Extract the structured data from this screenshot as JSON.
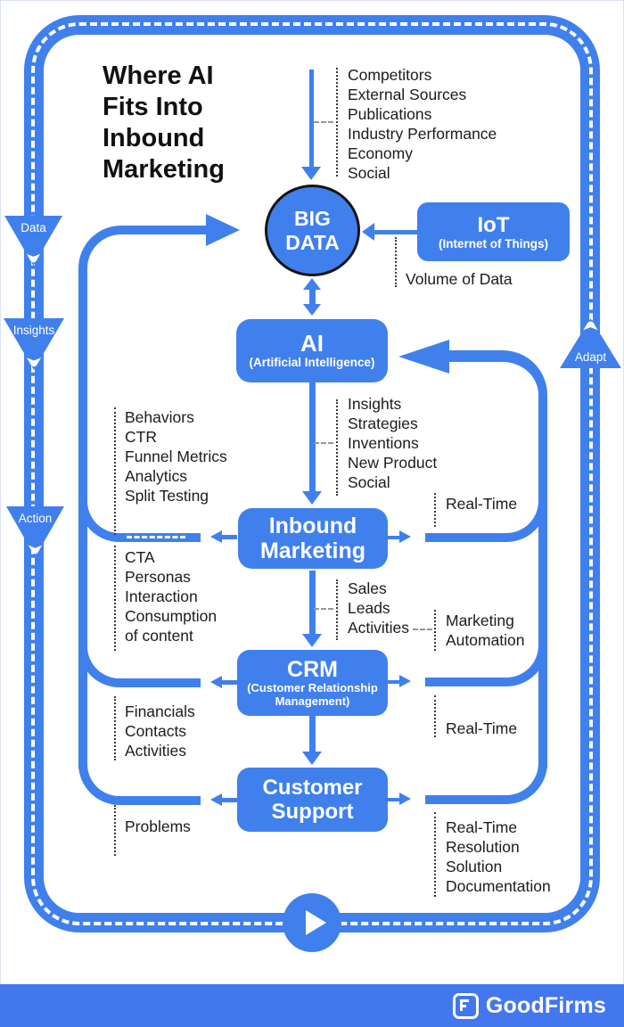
{
  "title": {
    "lines": [
      "Where AI",
      "Fits Into",
      "Inbound",
      "Marketing"
    ]
  },
  "road": {
    "data": "Data",
    "insights": "Insights",
    "action": "Action",
    "adapt": "Adapt"
  },
  "nodes": {
    "big_data": {
      "l1": "BIG",
      "l2": "DATA"
    },
    "iot": {
      "title": "IoT",
      "subtitle": "(Internet of Things)"
    },
    "ai": {
      "title": "AI",
      "subtitle": "(Artificial Intelligence)"
    },
    "inbound": {
      "l1": "Inbound",
      "l2": "Marketing"
    },
    "crm": {
      "title": "CRM",
      "sub1": "(Customer Relationship",
      "sub2": "Management)"
    },
    "support": {
      "l1": "Customer",
      "l2": "Support"
    }
  },
  "labels": {
    "big_data_sources": [
      "Competitors",
      "External Sources",
      "Publications",
      "Industry Performance",
      "Economy",
      "Social"
    ],
    "volume": "Volume of Data",
    "ai_outputs": [
      "Insights",
      "Strategies",
      "Inventions",
      "New Product",
      "Social"
    ],
    "inbound_inputs": [
      "Behaviors",
      "CTR",
      "Funnel Metrics",
      "Analytics",
      "Split Testing"
    ],
    "inbound_outputs": [
      "CTA",
      "Personas",
      "Interaction",
      "Consumption",
      "of content"
    ],
    "real_time_inbound": "Real-Time",
    "crm_inputs": [
      "Sales",
      "Leads",
      "Activities"
    ],
    "marketing_automation": [
      "Marketing",
      "Automation"
    ],
    "real_time_crm": "Real-Time",
    "crm_outputs": [
      "Financials",
      "Contacts",
      "Activities"
    ],
    "problems": "Problems",
    "support_outputs": [
      "Real-Time",
      "Resolution",
      "Solution",
      "Documentation"
    ]
  },
  "footer": {
    "brand": "GoodFirms"
  },
  "colors": {
    "primary": "#4080ED",
    "footer_bar": "#4377F0",
    "ink": "#1C1C1C"
  }
}
